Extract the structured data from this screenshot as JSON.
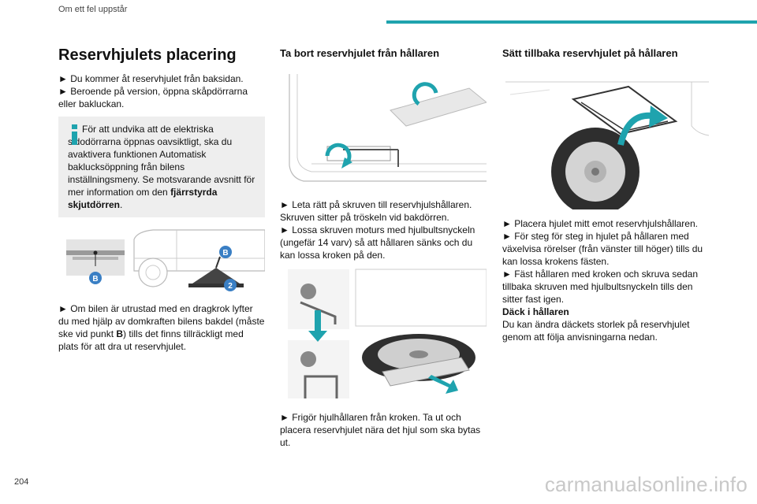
{
  "header": {
    "section": "Om ett fel uppstår"
  },
  "col1": {
    "title": "Reservhjulets placering",
    "p1": "► Du kommer åt reservhjulet från baksidan.",
    "p2": "► Beroende på version, öppna skåpdörrarna eller bakluckan.",
    "info_a": "För att undvika att de elektriska sidodörrarna öppnas oavsiktligt, ska du avaktivera funktionen Automatisk baklucksöppning från bilens inställningsmeny. Se motsvarande avsnitt för mer information om den ",
    "info_bold": "fjärrstyrda skjutdörren",
    "info_end": ".",
    "fig_label_b": "B",
    "fig_label_2": "2",
    "p3a": "► Om bilen är utrustad med en dragkrok lyfter du med hjälp av domkraften bilens bakdel (måste ske vid punkt ",
    "p3b": "B",
    "p3c": ") tills det finns tillräckligt med plats för att dra ut reservhjulet."
  },
  "col2": {
    "title": "Ta bort reservhjulet från hållaren",
    "p1": "► Leta rätt på skruven till reservhjulshållaren. Skruven sitter på tröskeln vid bakdörren.",
    "p2": "► Lossa skruven moturs med hjulbultsnyckeln (ungefär 14 varv) så att hållaren sänks och du kan lossa kroken på den.",
    "p3": "► Frigör hjulhållaren från kroken. Ta ut och placera reservhjulet nära det hjul som ska bytas ut."
  },
  "col3": {
    "title": "Sätt tillbaka reservhjulet på hållaren",
    "p1": "► Placera hjulet mitt emot reservhjulshållaren.",
    "p2": "► För steg för steg in hjulet på hållaren med växelvisa rörelser (från vänster till höger) tills du kan lossa krokens fästen.",
    "p3": "► Fäst hållaren med kroken och skruva sedan tillbaka skruven med hjulbultsnyckeln tills den sitter fast igen.",
    "sub": "Däck i hållaren",
    "p4": "Du kan ändra däckets storlek på reservhjulet genom att följa anvisningarna nedan."
  },
  "footer": {
    "page": "204",
    "watermark": "carmanualsonline.info"
  },
  "colors": {
    "accent": "#1fa3ae",
    "info_bg": "#eeeeee",
    "label": "#3a7fc4"
  }
}
